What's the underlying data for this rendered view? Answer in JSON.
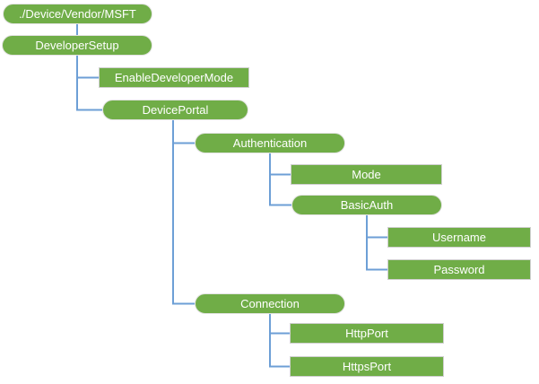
{
  "diagram_type": "tree",
  "colors": {
    "node_fill": "#70AD47",
    "node_text": "#FFFFFF",
    "connector": "#6D9FD6",
    "rect_border": "#D0D0D0",
    "pill_border": "#E3E3E3",
    "background": "#FFFFFF"
  },
  "nodes": [
    {
      "id": "root",
      "label": "./Device/Vendor/MSFT",
      "shape": "pill",
      "parent": null
    },
    {
      "id": "developer-setup",
      "label": "DeveloperSetup",
      "shape": "pill",
      "parent": "root"
    },
    {
      "id": "enable-developer-mode",
      "label": "EnableDeveloperMode",
      "shape": "rect",
      "parent": "developer-setup"
    },
    {
      "id": "device-portal",
      "label": "DevicePortal",
      "shape": "pill",
      "parent": "developer-setup"
    },
    {
      "id": "authentication",
      "label": "Authentication",
      "shape": "pill",
      "parent": "device-portal"
    },
    {
      "id": "mode",
      "label": "Mode",
      "shape": "rect",
      "parent": "authentication"
    },
    {
      "id": "basic-auth",
      "label": "BasicAuth",
      "shape": "pill",
      "parent": "authentication"
    },
    {
      "id": "username",
      "label": "Username",
      "shape": "rect",
      "parent": "basic-auth"
    },
    {
      "id": "password",
      "label": "Password",
      "shape": "rect",
      "parent": "basic-auth"
    },
    {
      "id": "connection",
      "label": "Connection",
      "shape": "pill",
      "parent": "device-portal"
    },
    {
      "id": "http-port",
      "label": "HttpPort",
      "shape": "rect",
      "parent": "connection"
    },
    {
      "id": "https-port",
      "label": "HttpsPort",
      "shape": "rect",
      "parent": "connection"
    }
  ]
}
